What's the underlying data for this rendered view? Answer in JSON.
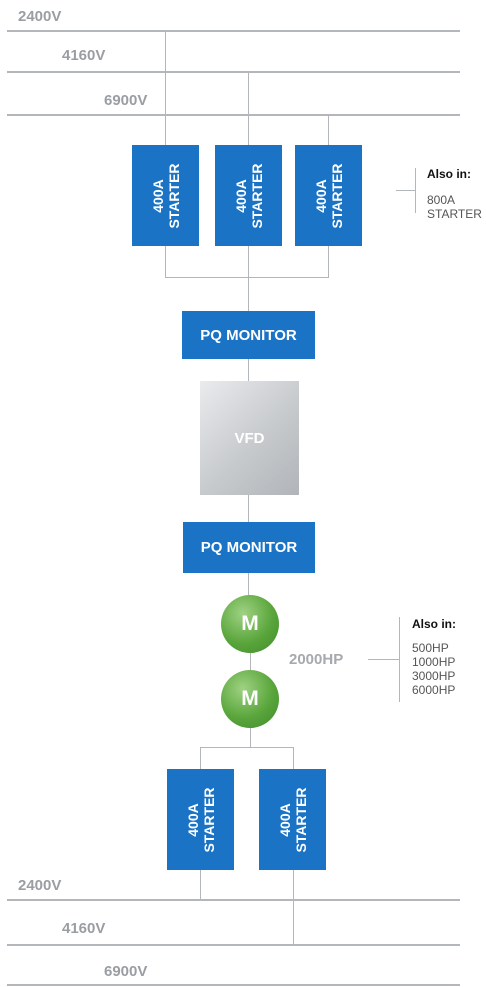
{
  "bus_top": {
    "v1": "2400V",
    "v2": "4160V",
    "v3": "6900V"
  },
  "bus_bottom": {
    "v1": "2400V",
    "v2": "4160V",
    "v3": "6900V"
  },
  "starters_top": [
    {
      "line1": "400A",
      "line2": "STARTER"
    },
    {
      "line1": "400A",
      "line2": "STARTER"
    },
    {
      "line1": "400A",
      "line2": "STARTER"
    }
  ],
  "starters_bottom": [
    {
      "line1": "400A",
      "line2": "STARTER"
    },
    {
      "line1": "400A",
      "line2": "STARTER"
    }
  ],
  "pq_monitor_top": "PQ MONITOR",
  "vfd": "VFD",
  "pq_monitor_bottom": "PQ MONITOR",
  "motor_label": "M",
  "motor_rating": "2000HP",
  "starter_note": {
    "title": "Also in:",
    "items": [
      "800A",
      "STARTER"
    ]
  },
  "motor_note": {
    "title": "Also in:",
    "items": [
      "500HP",
      "1000HP",
      "3000HP",
      "6000HP"
    ]
  },
  "colors": {
    "bus": "#b3b7bb",
    "starter": "#1a73c4",
    "motor": "#5aa63c",
    "voltage_text": "#9a9ea3"
  }
}
